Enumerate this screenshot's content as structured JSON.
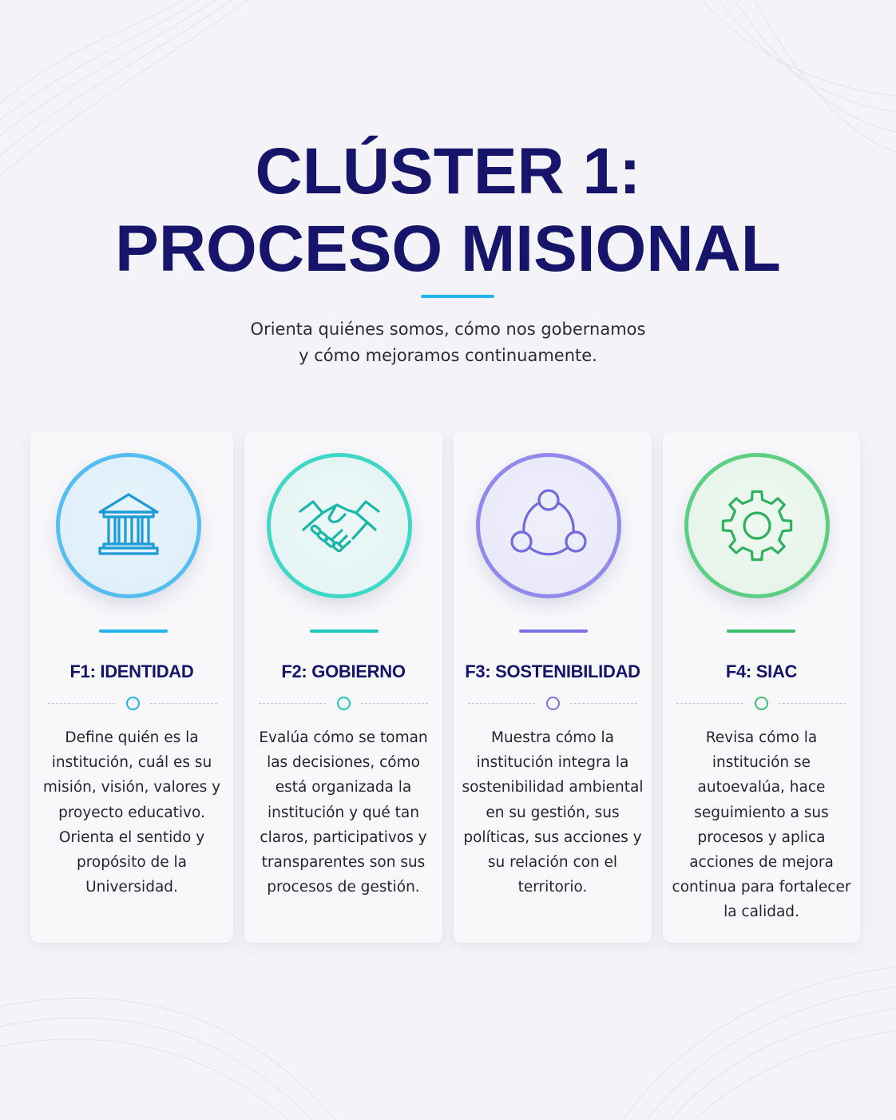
{
  "header": {
    "title_line1": "CLÚSTER 1:",
    "title_line2": "PROCESO MISIONAL",
    "subtitle_line1": "Orienta quiénes somos, cómo nos gobernamos",
    "subtitle_line2": "y cómo mejoramos continuamente."
  },
  "cards": [
    {
      "title": "F1: IDENTIDAD",
      "icon": "institution-building-icon",
      "color": "#22b3ea",
      "description": [
        "Define quién es la",
        "institución, cuál es su",
        "misión, visión, valores y",
        "proyecto educativo.",
        "Orienta el sentido y",
        "propósito de la",
        "Universidad."
      ]
    },
    {
      "title": "F2: GOBIERNO",
      "icon": "handshake-icon",
      "color": "#1ec9b7",
      "description": [
        "Evalúa cómo se toman",
        "las decisiones, cómo",
        "está organizada la",
        "institución y qué tan",
        "claros, participativos y",
        "transparentes son sus",
        "procesos de gestión."
      ]
    },
    {
      "title": "F3: SOSTENIBILIDAD",
      "icon": "network-nodes-icon",
      "color": "#7b73e6",
      "description": [
        "Muestra cómo la",
        "institución integra la",
        "sostenibilidad ambiental",
        "en su gestión, sus",
        "políticas, sus acciones y",
        "su relación con el",
        "territorio."
      ]
    },
    {
      "title": "F4: SIAC",
      "icon": "gear-icon",
      "color": "#3fbf6b",
      "description": [
        "Revisa cómo la",
        "institución se",
        "autoevalúa, hace",
        "seguimiento a sus",
        "procesos y aplica",
        "acciones de mejora",
        "continua para fortalecer",
        "la calidad."
      ]
    }
  ]
}
